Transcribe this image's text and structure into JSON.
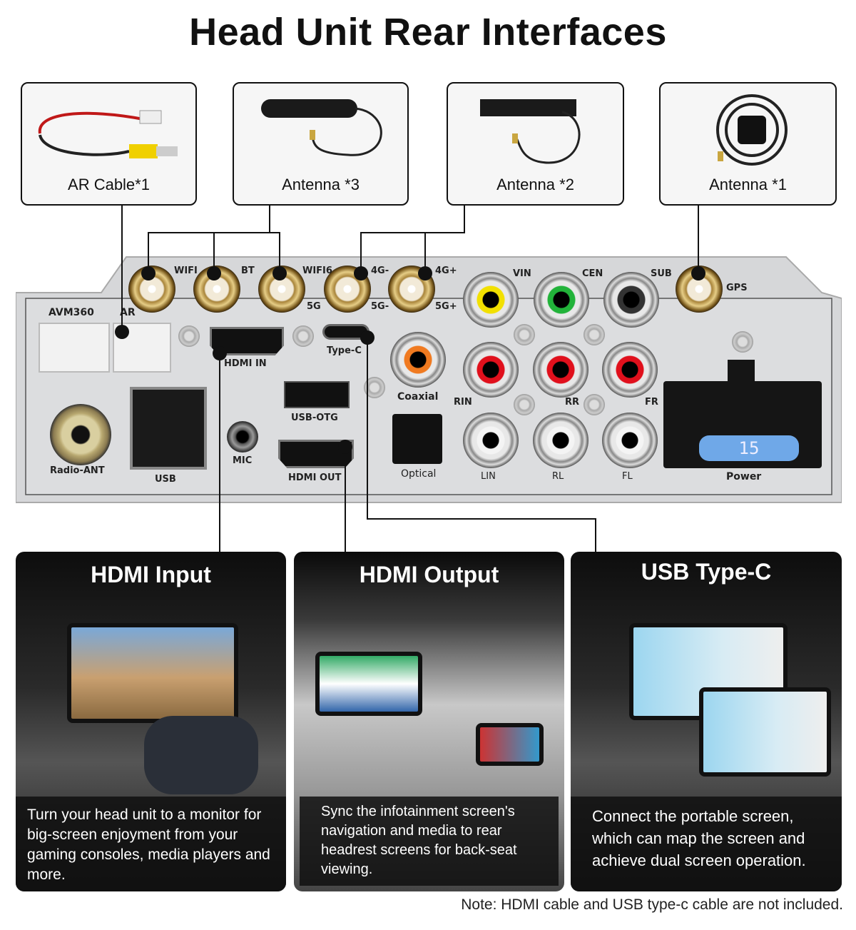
{
  "title": "Head Unit Rear Interfaces",
  "accessories": [
    {
      "label": "AR Cable*1"
    },
    {
      "label": "Antenna *3"
    },
    {
      "label": "Antenna *2"
    },
    {
      "label": "Antenna *1"
    }
  ],
  "panel": {
    "sma": [
      "WIFI",
      "BT",
      "WIFI6",
      "4G-",
      "4G+",
      "GPS"
    ],
    "sma_sub": [
      "5G",
      "5G-",
      "5G+"
    ],
    "rca": [
      "VIN",
      "CEN",
      "SUB",
      "RIN",
      "RR",
      "FR",
      "LIN",
      "RL",
      "FL"
    ],
    "labels": {
      "avm": "AVM360",
      "ar": "AR",
      "hdmi_in": "HDMI  IN",
      "type_c": "Type-C",
      "usb_otg": "USB-OTG",
      "hdmi_out": "HDMI  OUT",
      "mic": "MIC",
      "usb": "USB",
      "radio": "Radio-ANT",
      "coaxial": "Coaxial",
      "optical": "Optical",
      "power": "Power",
      "fuse": "15"
    },
    "colors": {
      "vin": "#f2e000",
      "cen": "#22b33a",
      "sub": "#111111",
      "r": "#e0101c",
      "l": "#f4f4f4",
      "coax": "#f07a20",
      "fuse": "#6fa8e8"
    }
  },
  "cards": [
    {
      "title": "HDMI Input",
      "desc": "Turn your head unit to a monitor for big-screen enjoyment from your gaming consoles, media players and more."
    },
    {
      "title": "HDMI Output",
      "desc": "Sync the infotainment screen's navigation and media to rear headrest screens for back-seat viewing."
    },
    {
      "title": "USB Type-C",
      "desc": "Connect the portable screen, which can map the screen and achieve dual screen operation."
    }
  ],
  "note": "Note: HDMI cable and USB type-c cable are not included."
}
